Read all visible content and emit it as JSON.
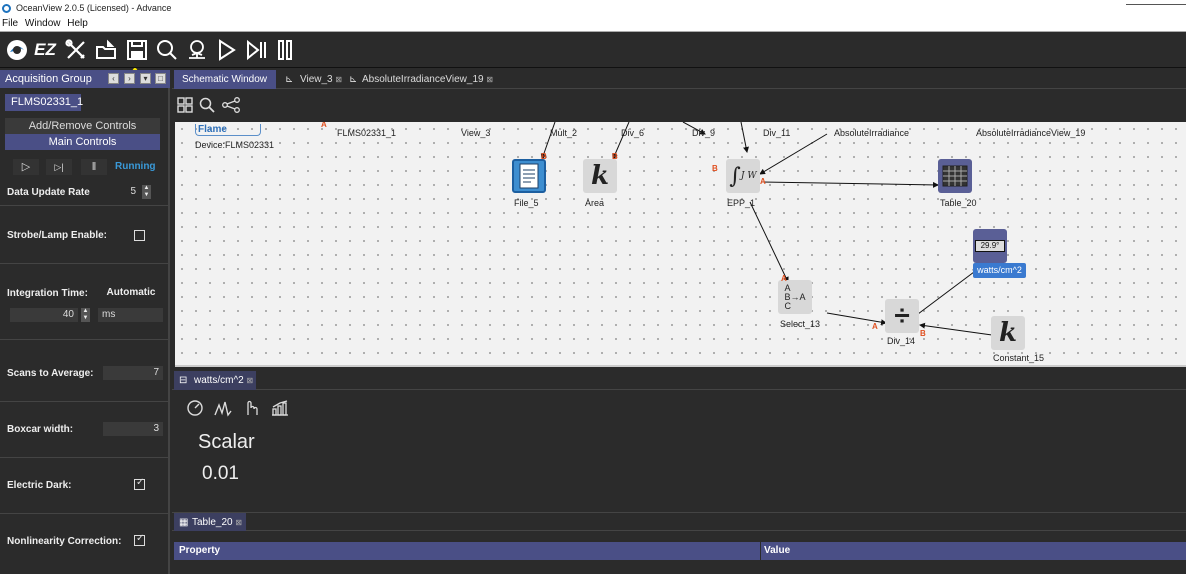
{
  "window": {
    "title": "OceanView 2.0.5 (Licensed) - Advance"
  },
  "menu": [
    "File",
    "Window",
    "Help"
  ],
  "toolbar": {
    "ez_label": "EZ",
    "icons": [
      "oceanview-logo-icon",
      "ez-wizard-icon",
      "tools-icon",
      "open-folder-icon",
      "save-icon",
      "search-icon",
      "network-icon",
      "play-icon",
      "step-icon",
      "pause-icon"
    ]
  },
  "left_panel": {
    "header": "Acquisition Group",
    "device_tab": "FLMS02331_1",
    "add_remove": "Add/Remove Controls",
    "main_controls": "Main Controls",
    "status": "Running",
    "data_update_rate_label": "Data Update Rate",
    "data_update_rate": "5",
    "strobe_label": "Strobe/Lamp Enable:",
    "integration_label": "Integration Time:",
    "integration_mode": "Automatic",
    "integration_value": "40",
    "integration_unit": "ms",
    "scans_label": "Scans to Average:",
    "scans_value": "7",
    "boxcar_label": "Boxcar width:",
    "boxcar_value": "3",
    "electric_dark_label": "Electric Dark:",
    "nonlinearity_label": "Nonlinearity Correction:"
  },
  "tabs": [
    "Schematic Window",
    "View_3",
    "AbsoluteIrradianceView_19"
  ],
  "schematic": {
    "flame_label": "Flame",
    "device_label": "Device:FLMS02331",
    "top_labels": [
      "FLMS02331_1",
      "View_3",
      "Mult_2",
      "Div_6",
      "Div_9",
      "Div_11",
      "AbsoluteIrradiance",
      "AbsoluteIrradianceView_19"
    ],
    "nodes": {
      "file": "File_5",
      "area": "Area",
      "epp": "EPP_1",
      "table": "Table_20",
      "select": "Select_13",
      "div14": "Div_14",
      "constant": "Constant_15",
      "gauge_value": "29.9°",
      "gauge_label": "watts/cm^2"
    },
    "k_glyph": "k",
    "port_a": "A",
    "port_b": "B"
  },
  "scalar_tab": "watts/cm^2",
  "scalar": {
    "title": "Scalar",
    "value": "0.01"
  },
  "table_tab": "Table_20",
  "table": {
    "columns": [
      "Property",
      "Value"
    ]
  }
}
